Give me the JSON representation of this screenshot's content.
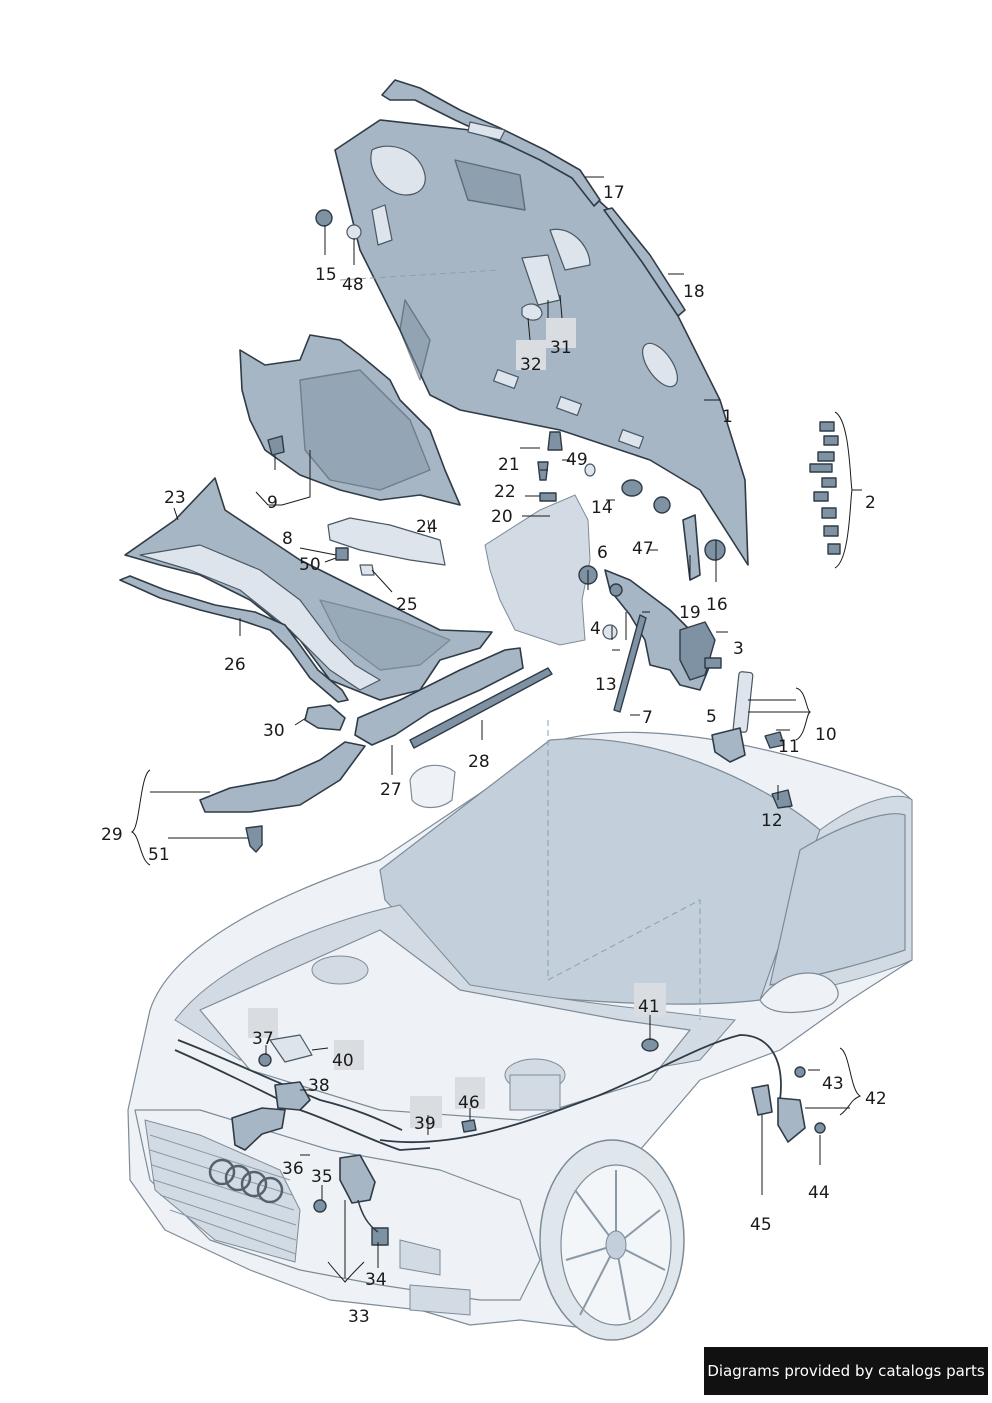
{
  "callouts": [
    {
      "num": "1"
    },
    {
      "num": "2"
    },
    {
      "num": "3"
    },
    {
      "num": "4"
    },
    {
      "num": "5"
    },
    {
      "num": "6"
    },
    {
      "num": "7"
    },
    {
      "num": "8"
    },
    {
      "num": "9"
    },
    {
      "num": "10"
    },
    {
      "num": "11"
    },
    {
      "num": "12"
    },
    {
      "num": "13"
    },
    {
      "num": "14"
    },
    {
      "num": "15"
    },
    {
      "num": "16"
    },
    {
      "num": "17"
    },
    {
      "num": "18"
    },
    {
      "num": "19"
    },
    {
      "num": "20"
    },
    {
      "num": "21"
    },
    {
      "num": "22"
    },
    {
      "num": "23"
    },
    {
      "num": "24"
    },
    {
      "num": "25"
    },
    {
      "num": "26"
    },
    {
      "num": "27"
    },
    {
      "num": "28"
    },
    {
      "num": "29"
    },
    {
      "num": "30"
    },
    {
      "num": "31"
    },
    {
      "num": "32"
    },
    {
      "num": "33"
    },
    {
      "num": "34"
    },
    {
      "num": "35"
    },
    {
      "num": "36"
    },
    {
      "num": "37"
    },
    {
      "num": "38"
    },
    {
      "num": "39"
    },
    {
      "num": "40"
    },
    {
      "num": "41"
    },
    {
      "num": "42"
    },
    {
      "num": "43"
    },
    {
      "num": "44"
    },
    {
      "num": "45"
    },
    {
      "num": "46"
    },
    {
      "num": "47"
    },
    {
      "num": "48"
    },
    {
      "num": "49"
    },
    {
      "num": "50"
    },
    {
      "num": "51"
    }
  ],
  "footer": {
    "text": "Diagrams provided by catalogs parts"
  },
  "colors": {
    "part": "#a7b6c4",
    "car": "#eef2f6",
    "glass": "#c3cfda",
    "footer_bg": "#111111"
  }
}
